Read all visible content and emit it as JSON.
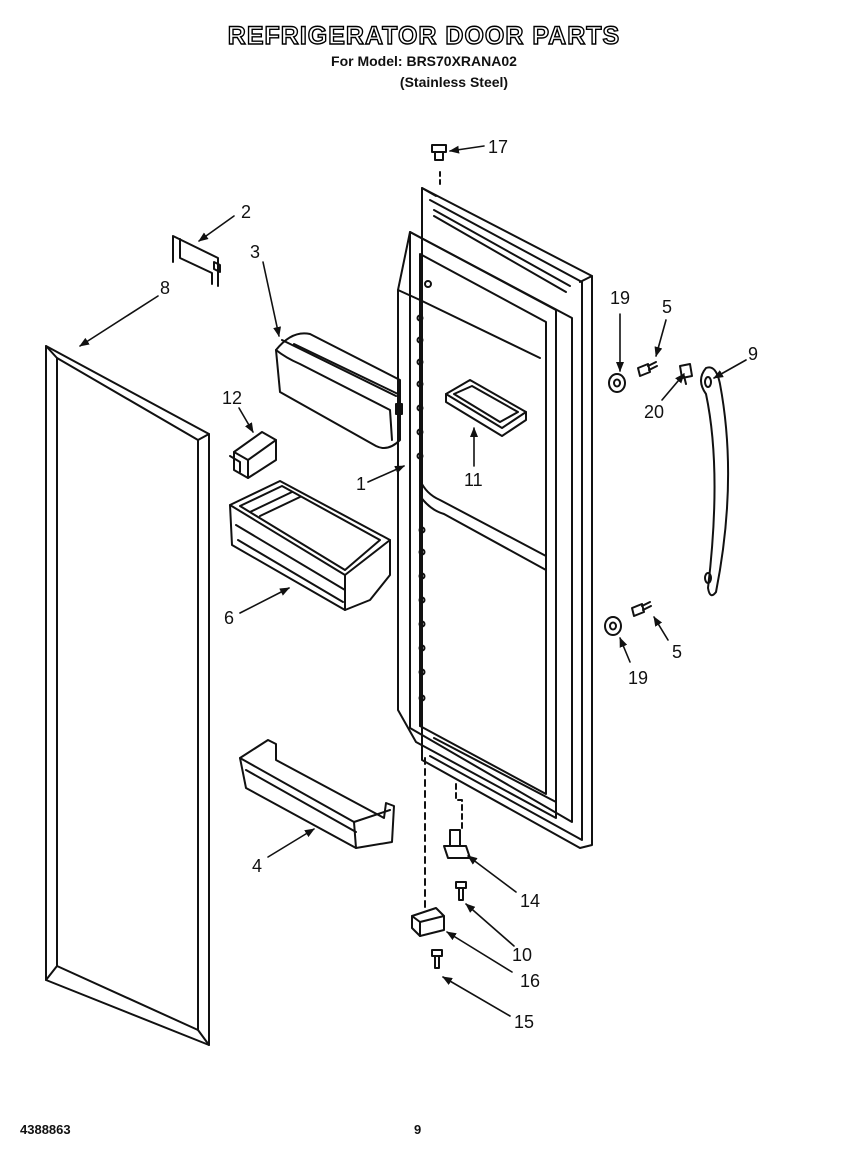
{
  "header": {
    "title": "REFRIGERATOR DOOR PARTS",
    "model_line": "For Model: BRS70XRANA02",
    "finish_line": "(Stainless Steel)"
  },
  "callouts": {
    "c1": "1",
    "c2": "2",
    "c3": "3",
    "c4": "4",
    "c5a": "5",
    "c5b": "5",
    "c6": "6",
    "c8": "8",
    "c9": "9",
    "c10": "10",
    "c11": "11",
    "c12": "12",
    "c14": "14",
    "c15": "15",
    "c16": "16",
    "c17": "17",
    "c19a": "19",
    "c19b": "19",
    "c20": "20"
  },
  "footer": {
    "doc_number": "4388863",
    "page_number": "9"
  }
}
